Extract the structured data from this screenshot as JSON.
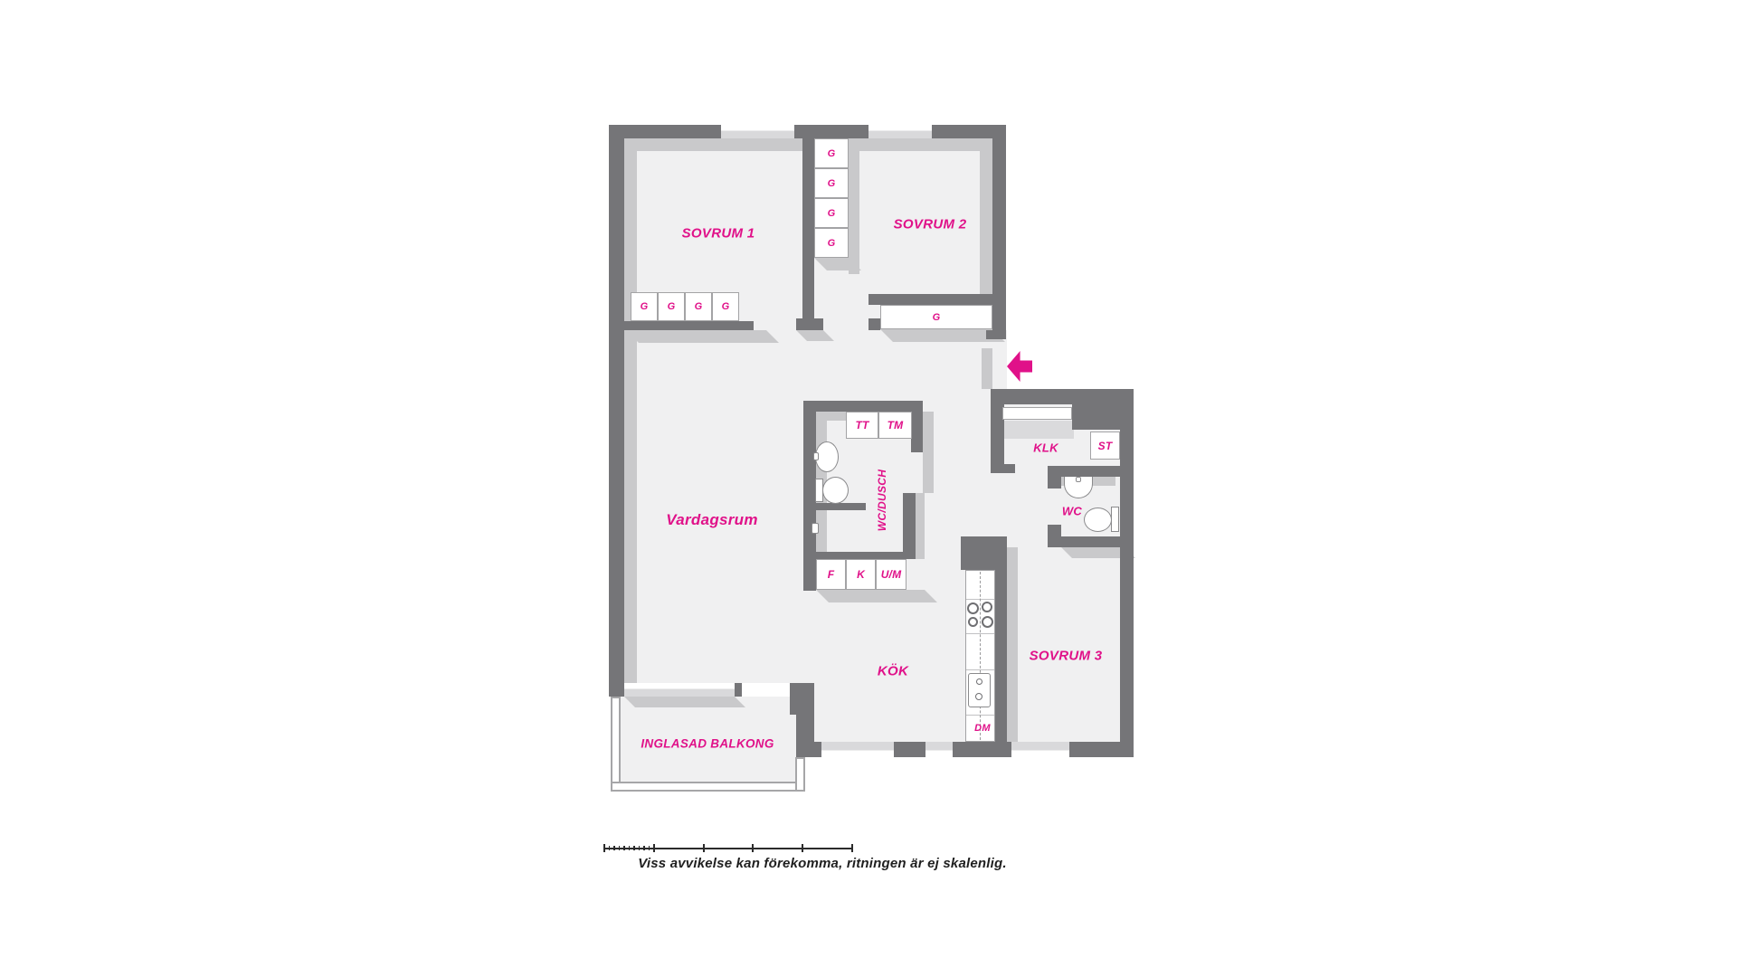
{
  "labels": {
    "sovrum1": "SOVRUM 1",
    "sovrum2": "SOVRUM 2",
    "sovrum3": "SOVRUM 3",
    "vardagsrum": "Vardagsrum",
    "kok": "KÖK",
    "klk": "KLK",
    "wc": "WC",
    "wc_dusch": "WC/DUSCH",
    "balkong": "INGLASAD BALKONG",
    "wardrobe": "G",
    "cleaning_closet": "ST",
    "dryer": "TT",
    "washer": "TM",
    "freezer": "F",
    "fridge": "K",
    "oven_micro": "U/M",
    "dishwasher": "DM"
  },
  "footer": {
    "disclaimer": "Viss avvikelse kan förekomma, ritningen är ej skalenlig."
  },
  "icons": {
    "entry_arrow": "arrow-left",
    "toilet": "toilet-top-view",
    "sink": "sink-top-view",
    "stove": "four-burner-stove",
    "kitchen_sink": "kitchen-sink"
  },
  "colors": {
    "accent_pink": "#e01189",
    "wall_gray": "#757578",
    "floor_gray": "#f0f0f1",
    "shadow_gray": "#c9c9cb",
    "window_gray": "#d9d9db",
    "text_dark": "#1f1f1f"
  },
  "scale_bar": {
    "segments": 5,
    "minor_ticks_in_first_segment": 9
  }
}
